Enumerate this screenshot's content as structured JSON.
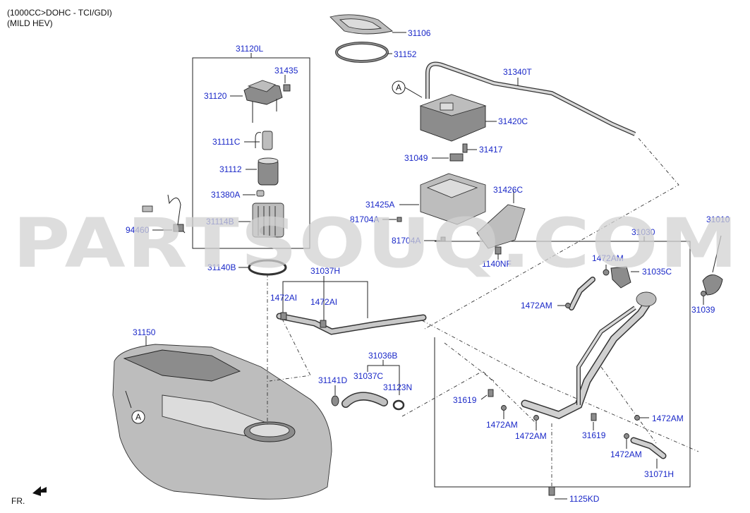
{
  "header": {
    "line1": "(1000CC>DOHC - TCI/GDI)",
    "line2": "(MILD HEV)"
  },
  "watermark": "PARTSOUQ.COM",
  "orientation": {
    "label": "FR."
  },
  "callout": "A",
  "colors": {
    "label": "#1a28c8",
    "line": "#222222",
    "watermark": "#d2d2d2"
  },
  "labels": [
    {
      "id": "31106",
      "text": "31106"
    },
    {
      "id": "31152",
      "text": "31152"
    },
    {
      "id": "31120L",
      "text": "31120L"
    },
    {
      "id": "31435",
      "text": "31435"
    },
    {
      "id": "31120",
      "text": "31120"
    },
    {
      "id": "31111C",
      "text": "31111C"
    },
    {
      "id": "31112",
      "text": "31112"
    },
    {
      "id": "31380A",
      "text": "31380A"
    },
    {
      "id": "31114B",
      "text": "31114B"
    },
    {
      "id": "94460",
      "text": "94460"
    },
    {
      "id": "31140B",
      "text": "31140B"
    },
    {
      "id": "31340T",
      "text": "31340T"
    },
    {
      "id": "31420C",
      "text": "31420C"
    },
    {
      "id": "31417",
      "text": "31417"
    },
    {
      "id": "31049",
      "text": "31049"
    },
    {
      "id": "31426C",
      "text": "31426C"
    },
    {
      "id": "31425A",
      "text": "31425A"
    },
    {
      "id": "81704A_1",
      "text": "81704A"
    },
    {
      "id": "81704A_2",
      "text": "81704A"
    },
    {
      "id": "1140NF",
      "text": "1140NF"
    },
    {
      "id": "31037H",
      "text": "31037H"
    },
    {
      "id": "1472AI_1",
      "text": "1472AI"
    },
    {
      "id": "1472AI_2",
      "text": "1472AI"
    },
    {
      "id": "31150",
      "text": "31150"
    },
    {
      "id": "31036B",
      "text": "31036B"
    },
    {
      "id": "31037C",
      "text": "31037C"
    },
    {
      "id": "31141D",
      "text": "31141D"
    },
    {
      "id": "31123N",
      "text": "31123N"
    },
    {
      "id": "31030",
      "text": "31030"
    },
    {
      "id": "31010",
      "text": "31010"
    },
    {
      "id": "1472AM_1",
      "text": "1472AM"
    },
    {
      "id": "31035C",
      "text": "31035C"
    },
    {
      "id": "1472AM_2",
      "text": "1472AM"
    },
    {
      "id": "31039",
      "text": "31039"
    },
    {
      "id": "31619_1",
      "text": "31619"
    },
    {
      "id": "1472AM_3",
      "text": "1472AM"
    },
    {
      "id": "1472AM_4",
      "text": "1472AM"
    },
    {
      "id": "31619_2",
      "text": "31619"
    },
    {
      "id": "1472AM_5",
      "text": "1472AM"
    },
    {
      "id": "1472AM_6",
      "text": "1472AM"
    },
    {
      "id": "31071H",
      "text": "31071H"
    },
    {
      "id": "1125KD",
      "text": "1125KD"
    }
  ]
}
